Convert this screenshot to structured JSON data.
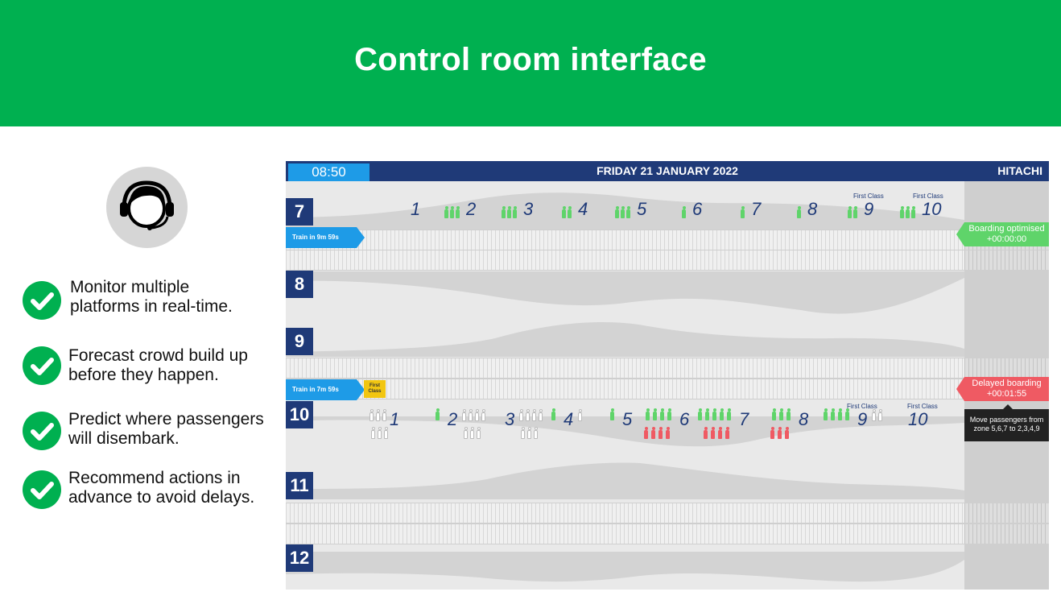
{
  "banner": {
    "title": "Control room interface",
    "color": "#00b050"
  },
  "operator_icon": "headset-operator-icon",
  "features": [
    {
      "icon": "check-circle-icon",
      "lines": [
        "Monitor multiple",
        "platforms in real-time."
      ]
    },
    {
      "icon": "check-circle-icon",
      "lines": [
        "Forecast crowd build up",
        "before they happen."
      ]
    },
    {
      "icon": "check-circle-icon",
      "lines": [
        "Predict where passengers",
        "will disembark."
      ]
    },
    {
      "icon": "check-circle-icon",
      "lines": [
        "Recommend actions in",
        "advance to avoid delays."
      ]
    }
  ],
  "dashboard": {
    "clock": "08:50",
    "date": "FRIDAY 21 JANUARY 2022",
    "brand": "HITACHI",
    "colors": {
      "navy": "#1f3a78",
      "blue": "#1e9be7",
      "green": "#5fd46a",
      "red": "#ef5a63",
      "yellow": "#f2c611"
    },
    "platforms": {
      "p7": {
        "number": "7",
        "train_eta": "Train in 9m 59s",
        "status_line1": "Boarding optimised",
        "status_line2": "+00:00:00"
      },
      "p8": {
        "number": "8"
      },
      "p9": {
        "number": "9"
      },
      "p10": {
        "number": "10",
        "train_eta": "Train in 7m 59s",
        "first_class_tag": "First Class",
        "status_line1": "Delayed boarding",
        "status_line2": "+00:01:55",
        "recommendation": "Move passengers from zone 5,6,7 to 2,3,4,9"
      },
      "p11": {
        "number": "11"
      },
      "p12": {
        "number": "12"
      }
    },
    "zones": [
      "1",
      "2",
      "3",
      "4",
      "5",
      "6",
      "7",
      "8",
      "9",
      "10"
    ],
    "first_class_label": "First Class",
    "crowd_p7_green": [
      3,
      3,
      2,
      3,
      1,
      1,
      1,
      2,
      3
    ],
    "crowd_p10_green": [
      1,
      0,
      1,
      1,
      4,
      5,
      3,
      4,
      0
    ],
    "crowd_p10_white": [
      3,
      4,
      4,
      1,
      0,
      0,
      0,
      0,
      2
    ],
    "crowd_p10_red": [
      0,
      0,
      0,
      0,
      4,
      4,
      3,
      0,
      0
    ]
  }
}
